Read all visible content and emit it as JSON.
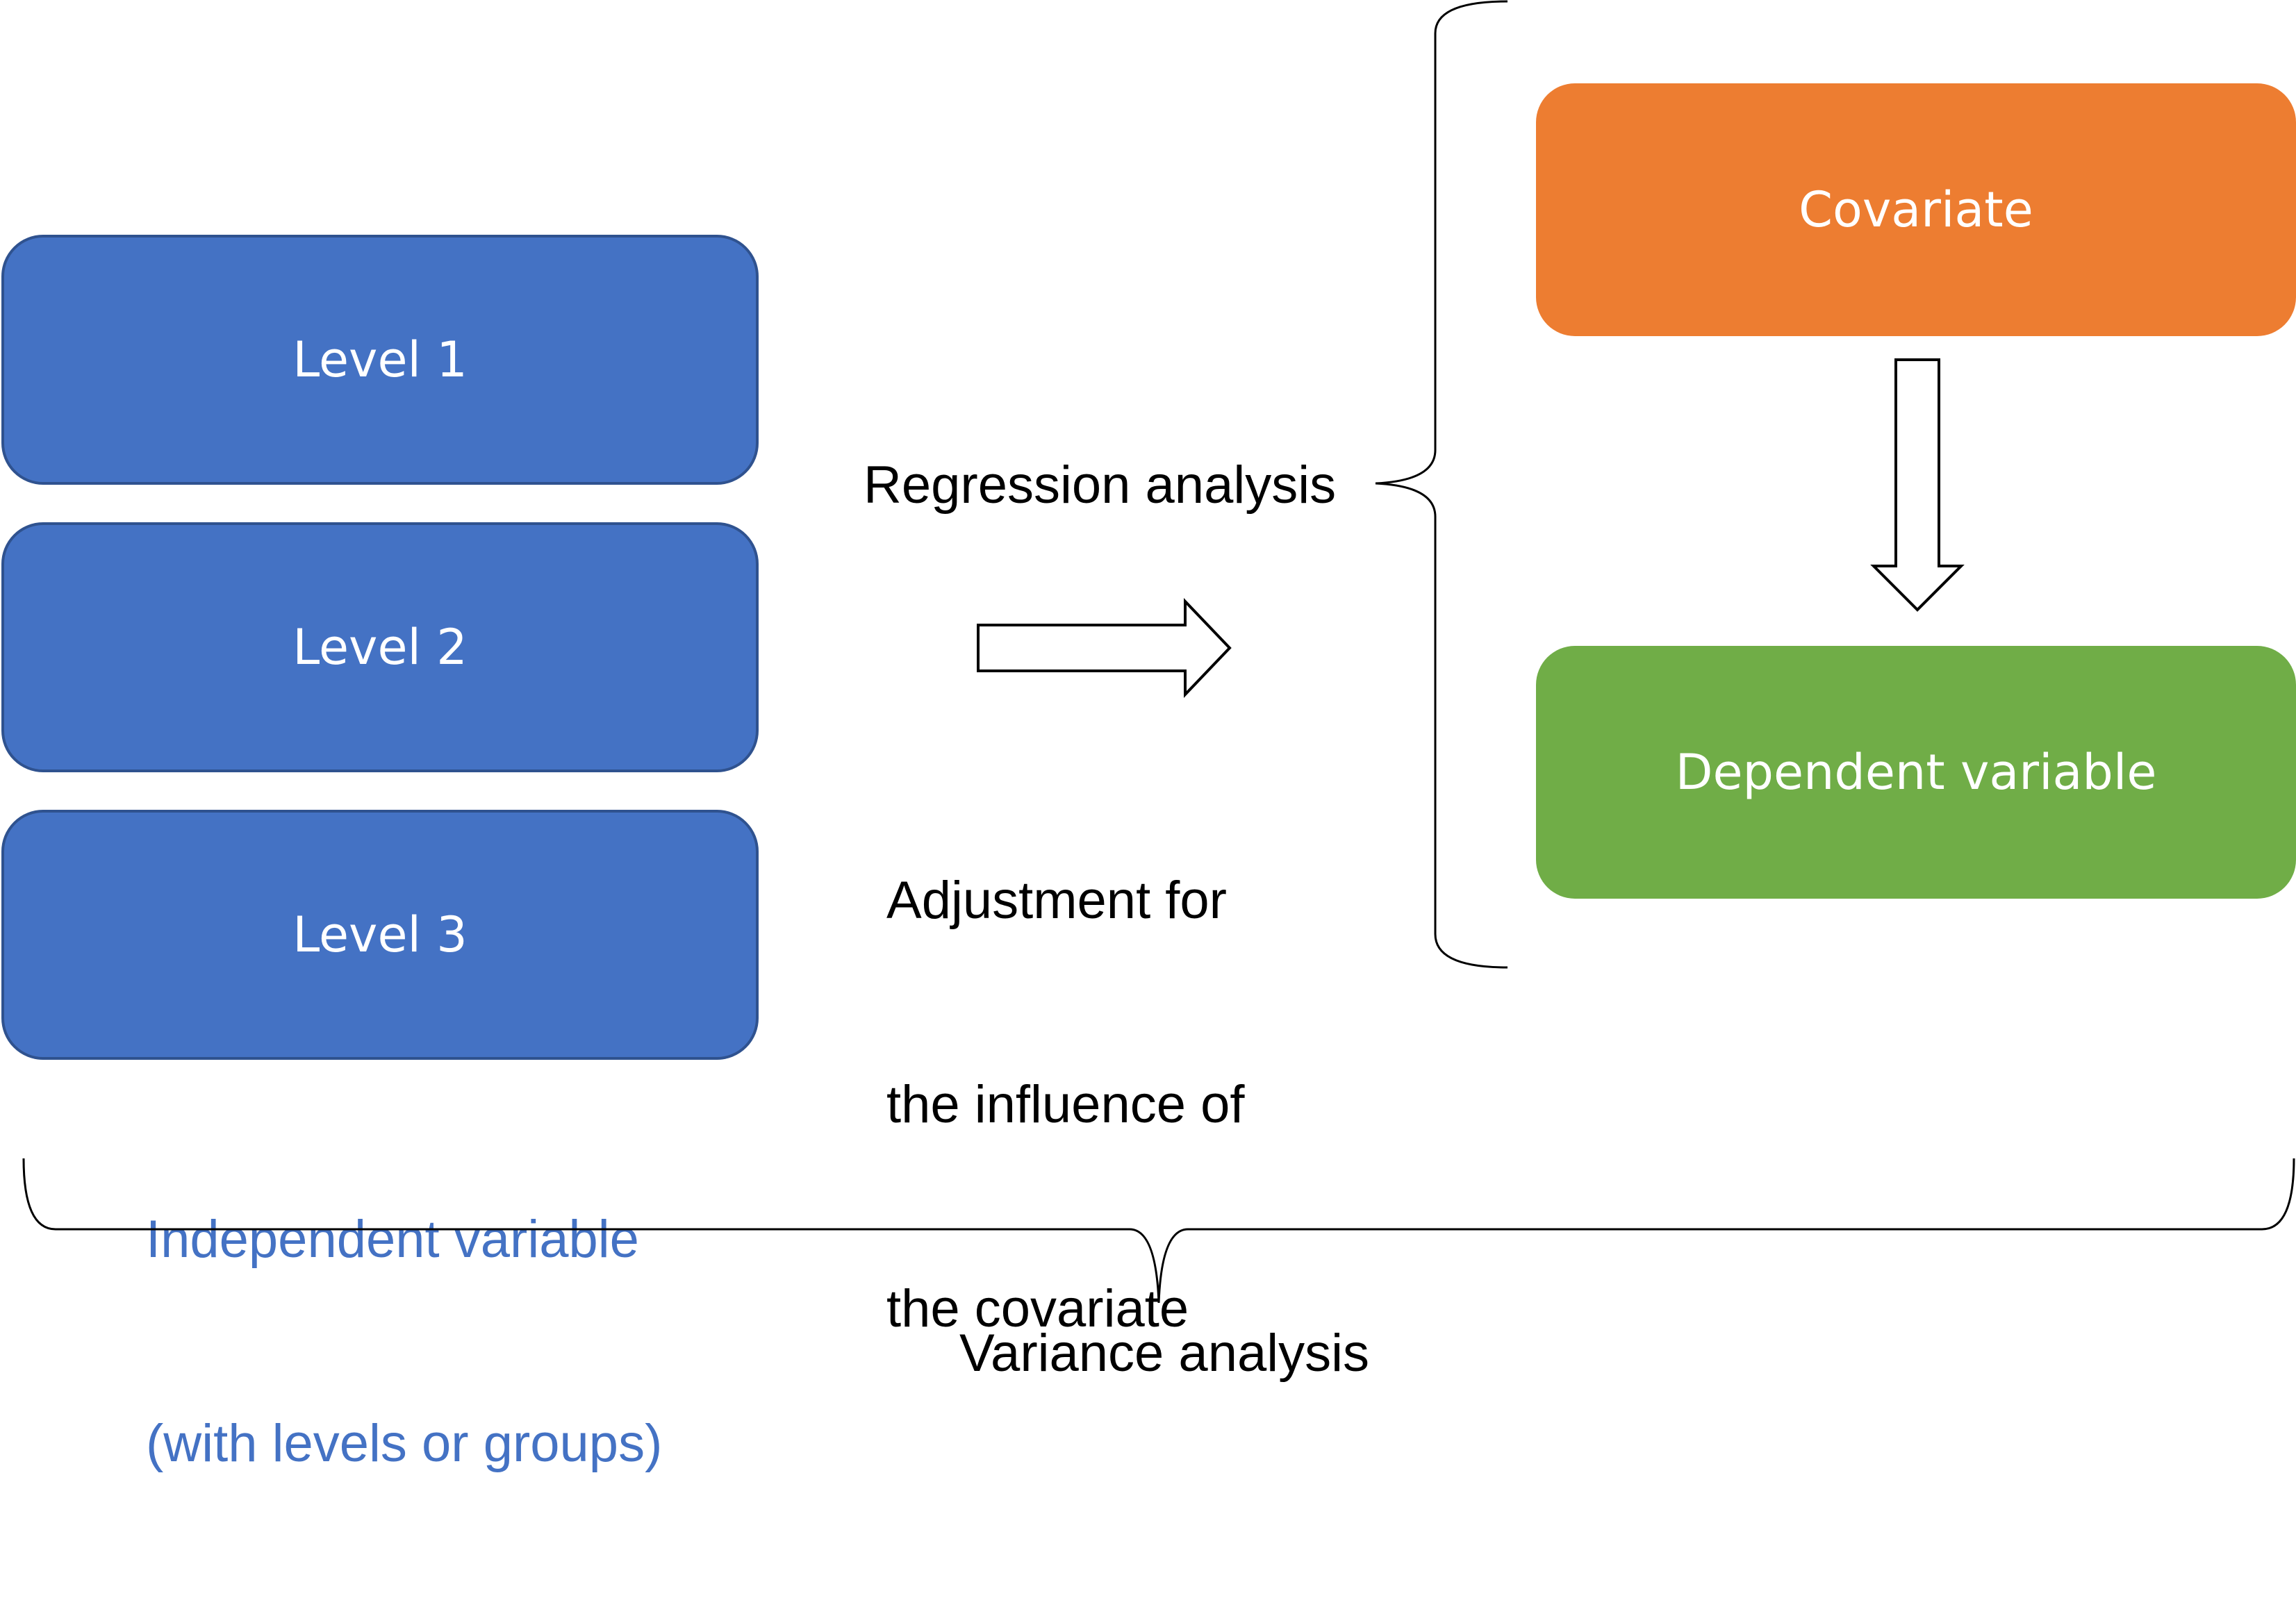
{
  "levels": [
    {
      "label": "Level 1"
    },
    {
      "label": "Level 2"
    },
    {
      "label": "Level 3"
    }
  ],
  "independent_variable": {
    "line1": "Independent variable",
    "line2": "(with levels or groups)"
  },
  "regression": {
    "label": "Regression analysis"
  },
  "adjustment": {
    "line1": "Adjustment for",
    "line2": "the influence of",
    "line3": "the covariate"
  },
  "covariate": {
    "label": "Covariate"
  },
  "dependent": {
    "label": "Dependent variable"
  },
  "variance": {
    "label": "Variance analysis"
  },
  "colors": {
    "level_fill": "#4472c4",
    "level_border": "#2f528f",
    "covariate_fill": "#ed7d31",
    "dependent_fill": "#70ad47",
    "independent_text": "#4472c4"
  },
  "icons": {
    "right_arrow": "block-arrow-right-icon",
    "down_arrow": "block-arrow-down-icon",
    "right_brace": "right-curly-brace-icon",
    "bottom_brace": "bottom-curly-brace-icon"
  }
}
